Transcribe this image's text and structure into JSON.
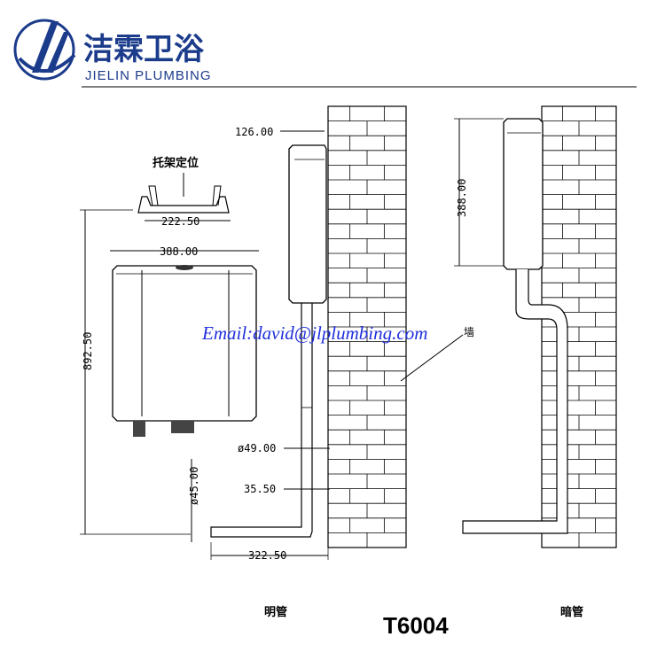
{
  "brand": {
    "name_cn": "洁霖卫浴",
    "name_en": "JIELIN PLUMBING",
    "logo_color": "#1b3b8b"
  },
  "bracket": {
    "title": "托架定位",
    "width_dim": "222.50"
  },
  "front_view": {
    "width_dim": "388.00",
    "height_dim": "892.50",
    "pipe_dim": "ø45.00"
  },
  "exposed_view": {
    "offset_dim": "126.00",
    "pipe_diameter_dim": "ø49.00",
    "pipe_offset_dim": "35.50",
    "horizontal_dim": "322.50",
    "caption": "明管"
  },
  "concealed_view": {
    "height_dim": "388.00",
    "caption": "暗管",
    "label_fragment": "墙"
  },
  "email": {
    "text": "Email:david@jlplumbing.com",
    "color": "#1f2fdc"
  },
  "model": "T6004"
}
